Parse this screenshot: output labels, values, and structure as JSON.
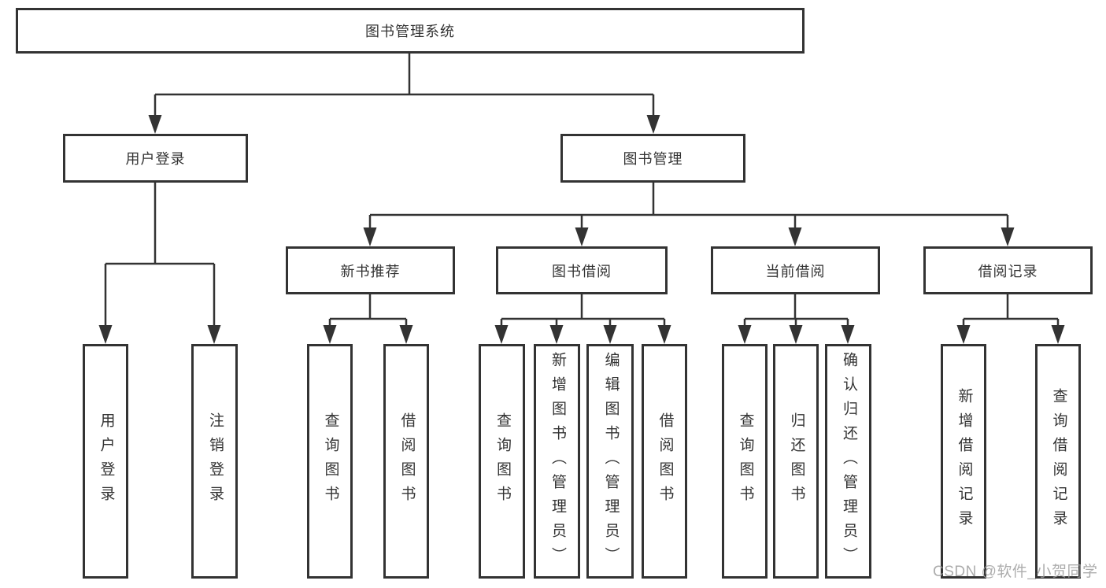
{
  "diagram": {
    "root": {
      "label": "图书管理系统"
    },
    "branches": {
      "user_login": {
        "label": "用户登录",
        "children": [
          "用户登录",
          "注销登录"
        ]
      },
      "book_management": {
        "label": "图书管理"
      }
    },
    "sections": [
      {
        "label": "新书推荐",
        "children": [
          "查询图书",
          "借阅图书"
        ]
      },
      {
        "label": "图书借阅",
        "children": [
          "查询图书",
          "新增图书（管理员）",
          "编辑图书（管理员）",
          "借阅图书"
        ]
      },
      {
        "label": "当前借阅",
        "children": [
          "查询图书",
          "归还图书",
          "确认归还（管理员）"
        ]
      },
      {
        "label": "借阅记录",
        "children": [
          "新增借阅记录",
          "查询借阅记录"
        ]
      }
    ],
    "watermark": "CSDN @软件_小贺同学",
    "colors": {
      "line": "#333333",
      "text": "#333333",
      "box_border": "#333333",
      "watermark": "#9e9e9e",
      "background": "#ffffff"
    }
  }
}
